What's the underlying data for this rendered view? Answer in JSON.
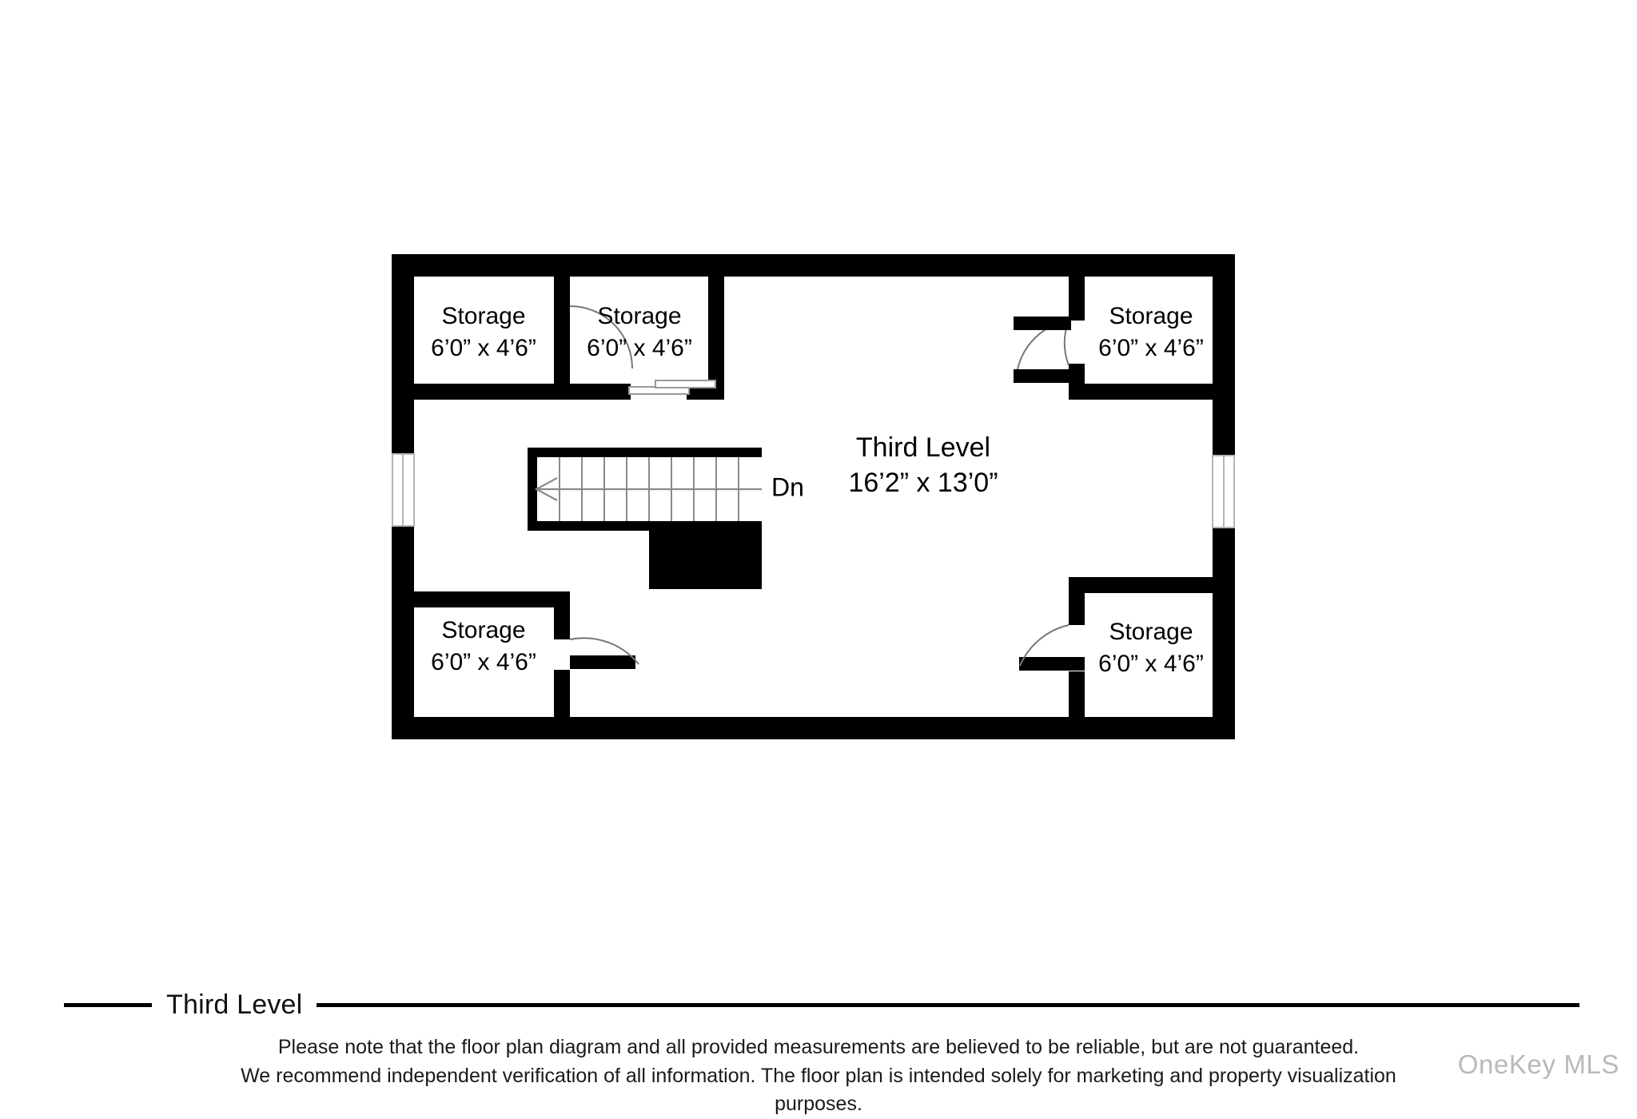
{
  "plan": {
    "level_title": "Third Level",
    "main_space": {
      "name": "Third Level",
      "dimensions": "16’2” x 13’0”"
    },
    "stair": {
      "direction_label": "Dn",
      "tread_count": 10
    },
    "storages": [
      {
        "id": "storage-top-left",
        "name": "Storage",
        "dimensions": "6’0” x 4’6”"
      },
      {
        "id": "storage-top-mid",
        "name": "Storage",
        "dimensions": "6’0” x 4’6”"
      },
      {
        "id": "storage-top-right",
        "name": "Storage",
        "dimensions": "6’0” x 4’6”"
      },
      {
        "id": "storage-bottom-left",
        "name": "Storage",
        "dimensions": "6’0” x 4’6”"
      },
      {
        "id": "storage-bottom-right",
        "name": "Storage",
        "dimensions": "6’0” x 4’6”"
      }
    ],
    "colors": {
      "wall": "#000000",
      "floor": "#ffffff",
      "door_arc": "#777777",
      "stair_line": "#8a8a8a",
      "window": "#b5b5b5"
    }
  },
  "footer": {
    "level_name": "Third Level",
    "disclaimer_line_1": "Please note that the floor plan diagram and all provided measurements are believed to be reliable, but are not guaranteed.",
    "disclaimer_line_2": "We recommend independent verification of all information. The floor plan is intended solely for marketing and property visualization purposes."
  },
  "watermark": {
    "text": "OneKey MLS"
  }
}
